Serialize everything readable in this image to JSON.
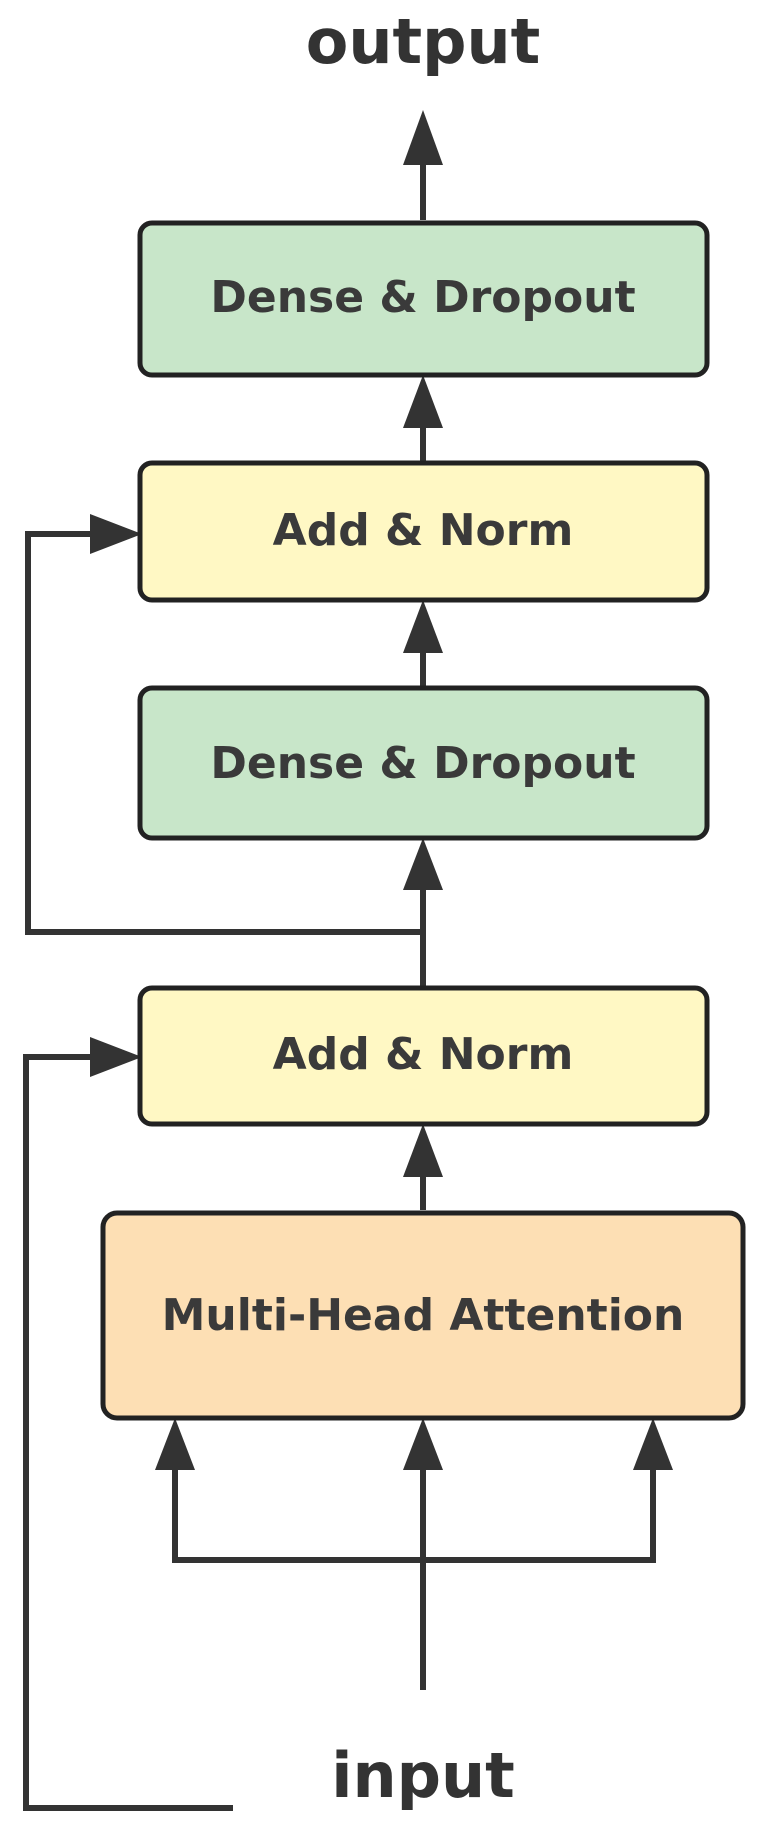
{
  "labels": {
    "output": "output",
    "input": "input"
  },
  "blocks": {
    "dense_top": {
      "label": "Dense & Dropout",
      "color": "#c8e6c9"
    },
    "addnorm_top": {
      "label": "Add & Norm",
      "color": "#fff8c4"
    },
    "dense_mid": {
      "label": "Dense & Dropout",
      "color": "#c8e6c9"
    },
    "addnorm_bottom": {
      "label": "Add & Norm",
      "color": "#fff8c4"
    },
    "attention": {
      "label": "Multi-Head Attention",
      "color": "#fddfb4"
    }
  },
  "colors": {
    "line": "#333333",
    "border": "#222222"
  }
}
